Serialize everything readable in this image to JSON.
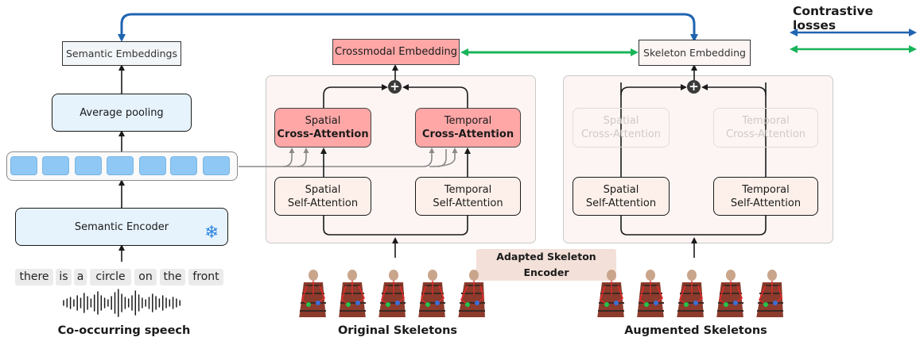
{
  "left": {
    "semantic_embeddings": "Semantic Embeddings",
    "average_pooling": "Average pooling",
    "semantic_encoder": "Semantic Encoder",
    "frozen_icon": "snowflake-icon",
    "words": [
      "there",
      "is",
      "a",
      "circle",
      "on",
      "the",
      "front"
    ],
    "caption": "Co-occurring speech"
  },
  "original": {
    "crossmodal_embedding": "Crossmodal Embedding",
    "spatial_cross": [
      "Spatial",
      "Cross-Attention"
    ],
    "temporal_cross": [
      "Temporal",
      "Cross-Attention"
    ],
    "spatial_self": [
      "Spatial",
      "Self-Attention"
    ],
    "temporal_self": [
      "Temporal",
      "Self-Attention"
    ],
    "caption": "Original Skeletons"
  },
  "augmented": {
    "skeleton_embedding": "Skeleton Embedding",
    "spatial_cross": [
      "Spatial",
      "Cross-Attention"
    ],
    "temporal_cross": [
      "Temporal",
      "Cross-Attention"
    ],
    "spatial_self": [
      "Spatial",
      "Self-Attention"
    ],
    "temporal_self": [
      "Temporal",
      "Self-Attention"
    ],
    "caption": "Augmented Skeletons"
  },
  "encoder_tag": "Adapted Skeleton Encoder",
  "legend": {
    "title": "Contrastive losses"
  },
  "colors": {
    "blue_loss": "#1f64b0",
    "green_loss": "#19b45a",
    "cross_attention": "#ffa7a7",
    "self_attention": "#fdf0ea",
    "semantic": "#e6f3fd",
    "token": "#8fc8f5"
  }
}
